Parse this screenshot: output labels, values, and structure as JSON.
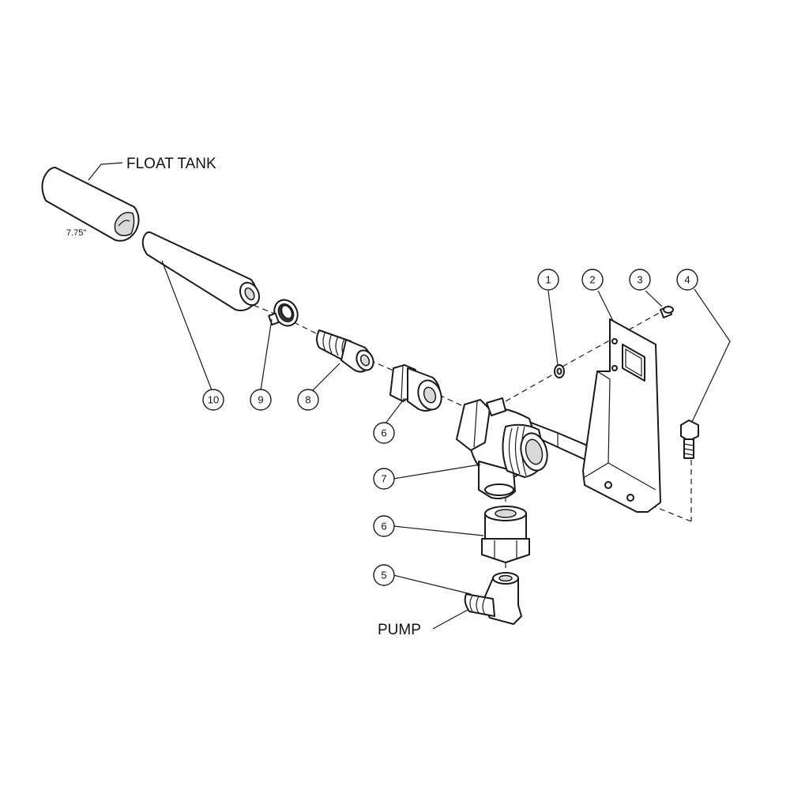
{
  "labels": {
    "float_tank": "FLOAT TANK",
    "pump": "PUMP",
    "length": "7.75\""
  },
  "callouts": [
    {
      "id": "c1",
      "text": "1"
    },
    {
      "id": "c2",
      "text": "2"
    },
    {
      "id": "c3",
      "text": "3"
    },
    {
      "id": "c4",
      "text": "4"
    },
    {
      "id": "c5",
      "text": "5"
    },
    {
      "id": "c6a",
      "text": "6"
    },
    {
      "id": "c6b",
      "text": "6"
    },
    {
      "id": "c7",
      "text": "7"
    },
    {
      "id": "c8",
      "text": "8"
    },
    {
      "id": "c9",
      "text": "9"
    },
    {
      "id": "c10",
      "text": "10"
    }
  ]
}
